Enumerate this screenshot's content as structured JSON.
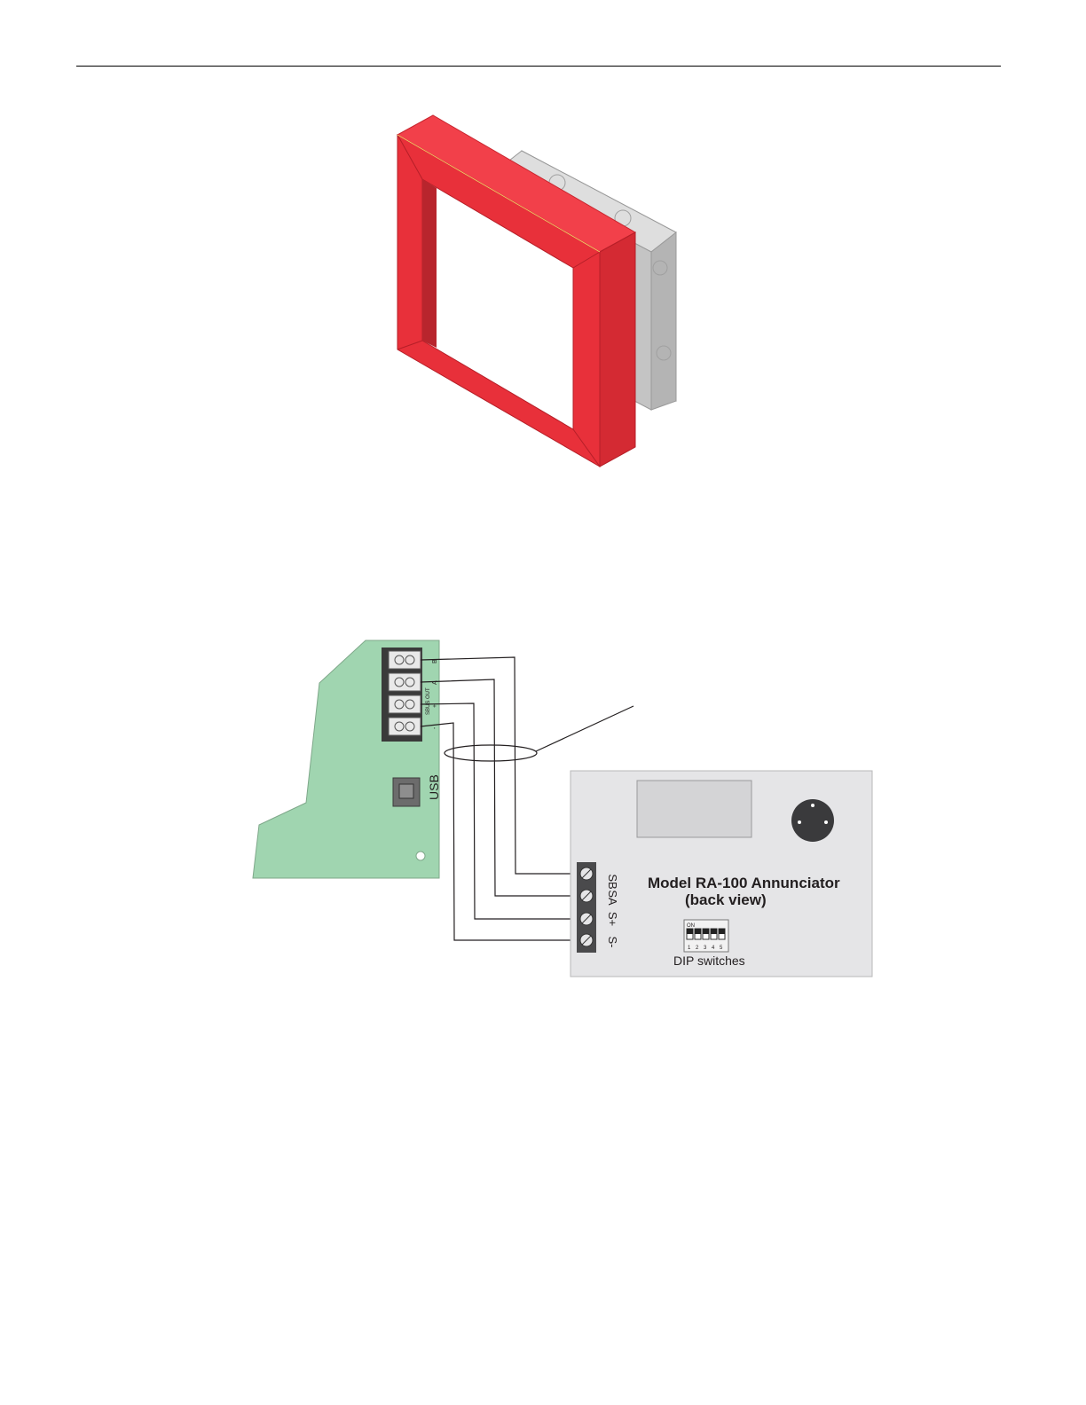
{
  "annunciator": {
    "title_line1": "Model RA-100 Annunciator",
    "title_line2": "(back view)",
    "dip_label": "DIP switches",
    "dip_on": "ON",
    "dip_numbers": [
      "1",
      "2",
      "3",
      "4",
      "5"
    ],
    "terminals": [
      "SB",
      "SA",
      "S+",
      "S-"
    ]
  },
  "panel_board": {
    "sbus_label": "SBUS OUT",
    "terminal_marks": [
      "B",
      "A",
      "+",
      "-"
    ],
    "usb_label": "USB"
  },
  "colors": {
    "trim_ring": "#e8303a",
    "board": "#a0d5b0",
    "annunciator": "#e5e5e7",
    "backbox": "#c8c8c8"
  }
}
